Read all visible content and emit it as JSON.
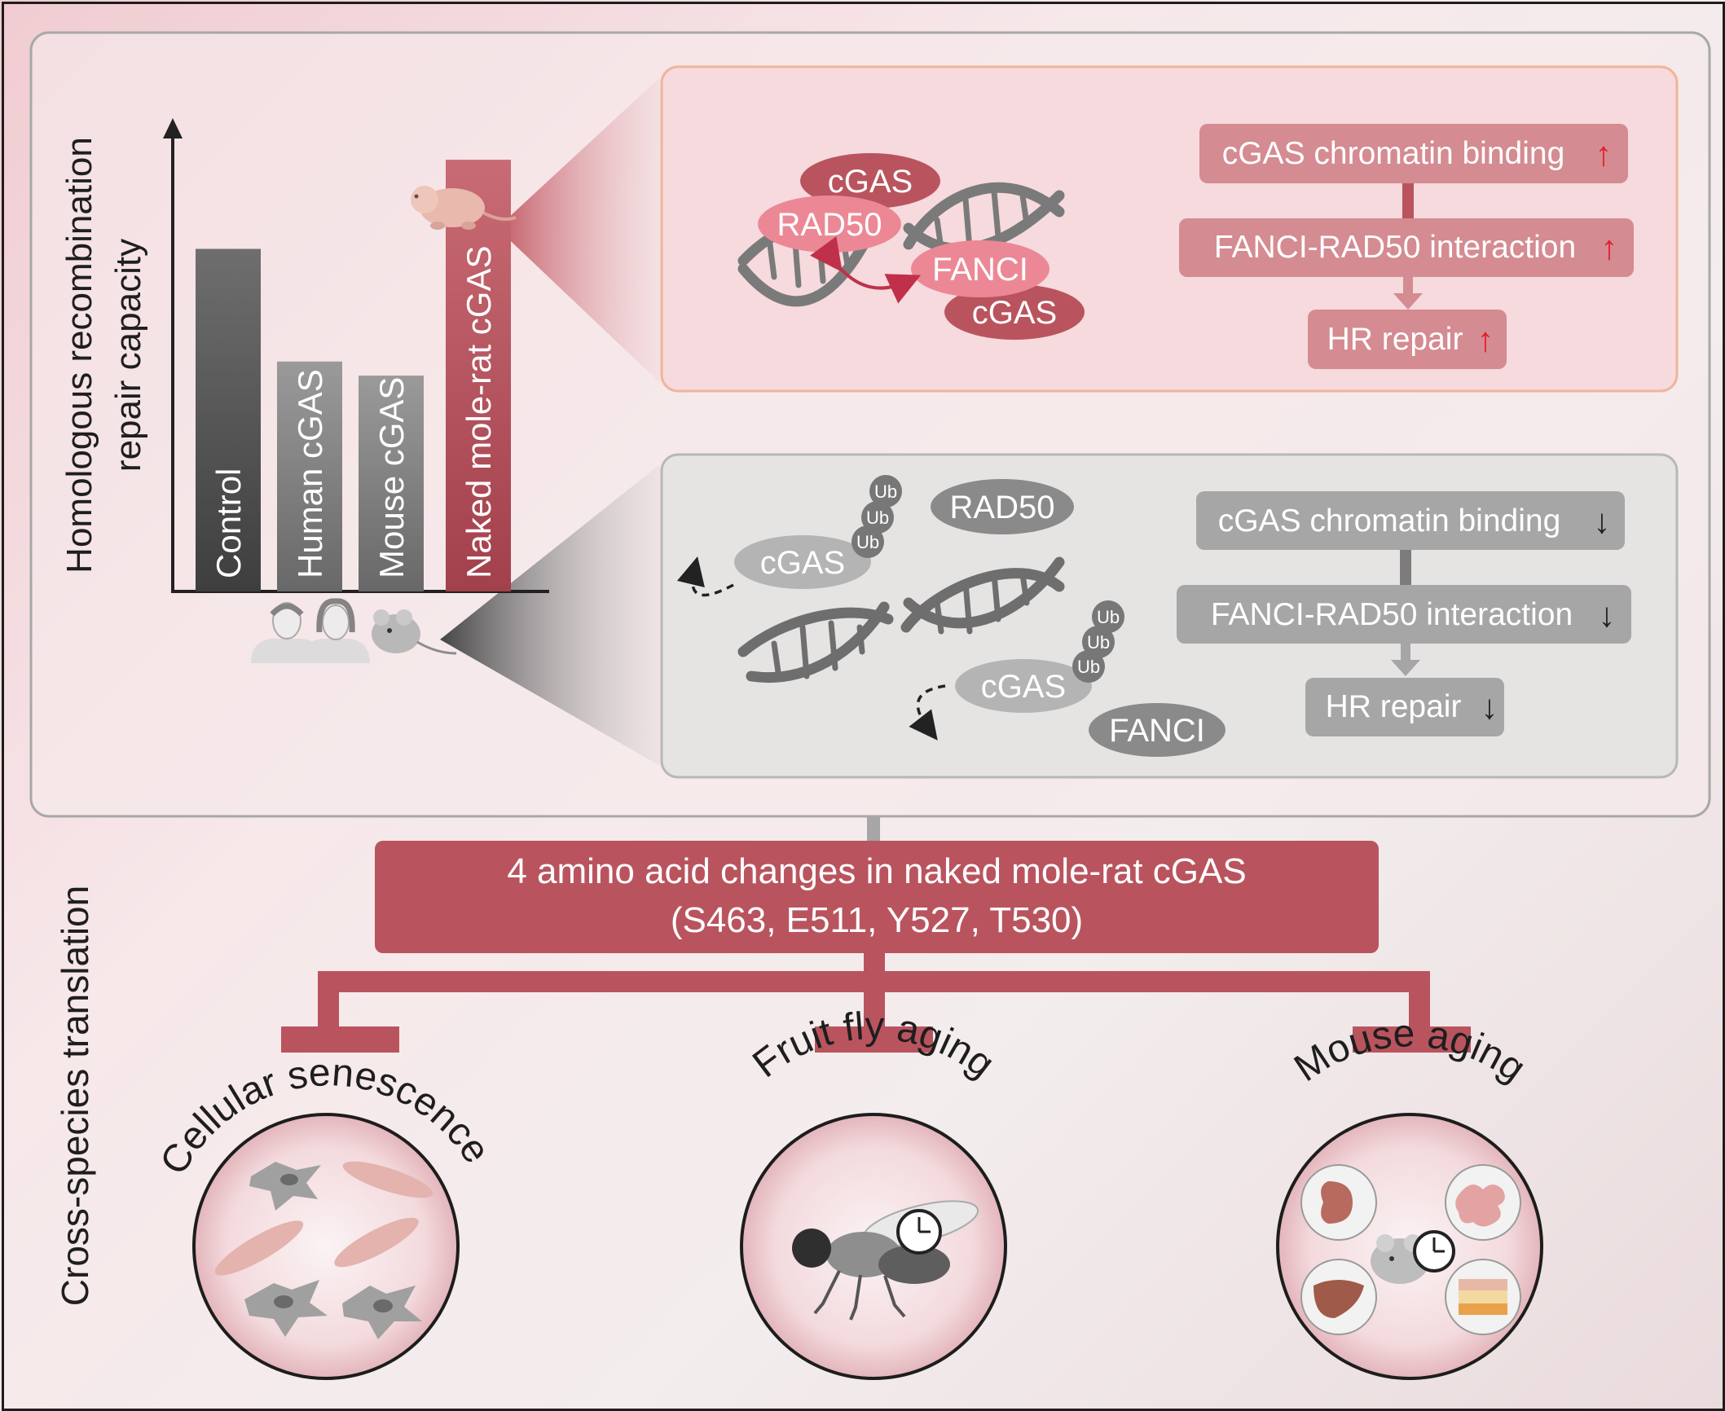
{
  "chart": {
    "y_axis_line1": "Homologous recombination",
    "y_axis_line2": "repair capacity",
    "bars": [
      {
        "label": "Control",
        "value": 0.73
      },
      {
        "label": "Human cGAS",
        "value": 0.49
      },
      {
        "label": "Mouse cGAS",
        "value": 0.46
      },
      {
        "label": "Naked mole-rat cGAS",
        "value": 0.92
      }
    ]
  },
  "top_panel": {
    "mol_cgas_a": "cGAS",
    "mol_rad50": "RAD50",
    "mol_fanci": "FANCI",
    "mol_cgas_b": "cGAS",
    "flow": [
      "cGAS chromatin binding",
      "FANCI-RAD50 interaction",
      "HR repair"
    ],
    "arrow": "↑"
  },
  "bottom_panel": {
    "ub": "Ub",
    "mol_cgas_a": "cGAS",
    "mol_rad50": "RAD50",
    "mol_cgas_b": "cGAS",
    "mol_fanci": "FANCI",
    "flow": [
      "cGAS chromatin binding",
      "FANCI-RAD50 interaction",
      "HR repair"
    ],
    "arrow": "↓"
  },
  "translation": {
    "side_label": "Cross-species translation",
    "box_line1": "4 amino acid changes in naked mole-rat cGAS",
    "box_line2": "(S463, E511, Y527, T530)",
    "outcomes": [
      "Cellular senescence",
      "Fruit fly aging",
      "Mouse aging"
    ]
  },
  "colors": {
    "accent": "#b9545e",
    "pink_box": "#d48b91",
    "grey_box": "#a6a6a6",
    "red_arrow": "#e0202e"
  }
}
